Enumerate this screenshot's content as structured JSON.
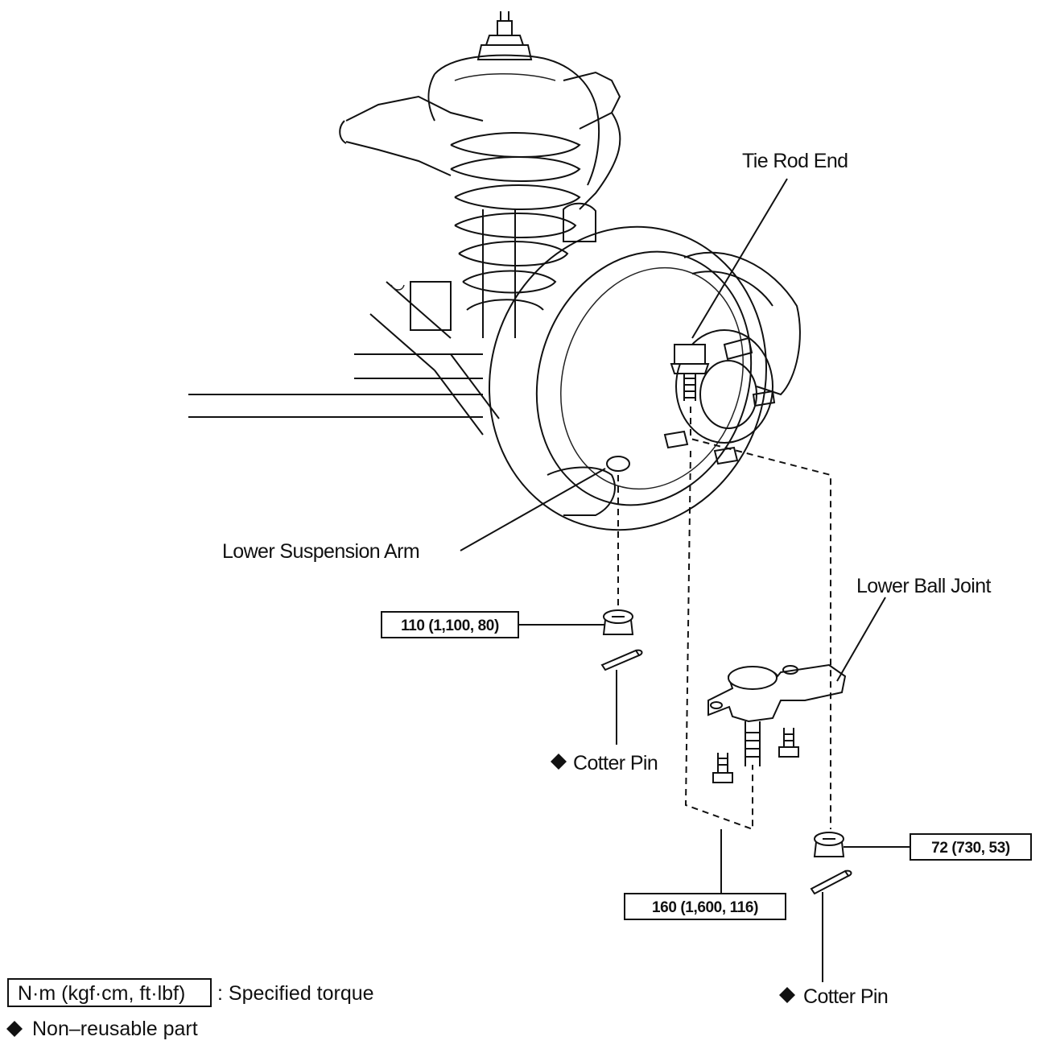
{
  "labels": {
    "tie_rod_end": "Tie Rod End",
    "lower_suspension_arm": "Lower Suspension Arm",
    "lower_ball_joint": "Lower Ball Joint",
    "cotter_pin_left": "Cotter Pin",
    "cotter_pin_right": "Cotter Pin"
  },
  "torques": {
    "suspension_arm_nut": "110 (1,100, 80)",
    "ball_joint_nut": "72 (730, 53)",
    "ball_joint_bolts": "160 (1,600, 116)"
  },
  "legend": {
    "torque_units": "N·m (kgf·cm, ft·lbf)",
    "torque_desc": ": Specified torque",
    "non_reusable": "Non–reusable part"
  },
  "symbols": {
    "non_reusable_marker": "diamond-icon"
  },
  "colors": {
    "ink": "#111111",
    "paper": "#ffffff"
  }
}
